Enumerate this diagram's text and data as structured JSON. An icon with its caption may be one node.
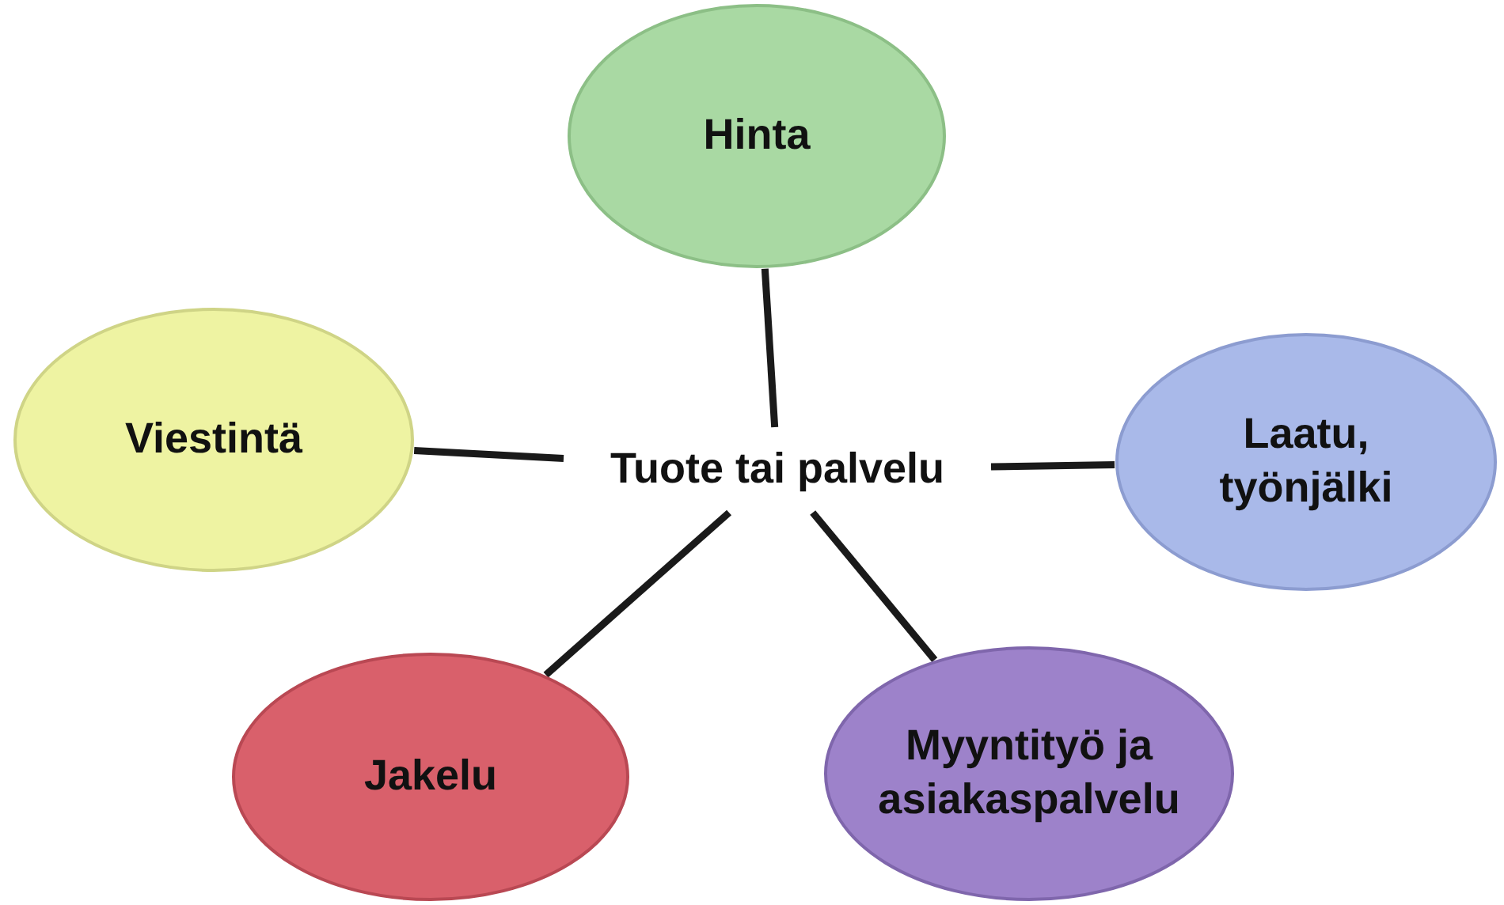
{
  "diagram": {
    "nodes": [
      {
        "text": [
          "Hinta"
        ]
      },
      {
        "text": [
          "Viestintä"
        ]
      },
      {
        "text": [
          "Tuote tai palvelu"
        ]
      },
      {
        "text": [
          "Laatu, työnjälki"
        ]
      },
      {
        "text": [
          "Jakelu"
        ]
      },
      {
        "text": [
          "Myyntityö ja asiakaspalvelu"
        ]
      }
    ],
    "edges": [
      {
        "from": 2,
        "to": 0,
        "arrow": "none"
      },
      {
        "from": 2,
        "to": 1,
        "arrow": "none"
      },
      {
        "from": 2,
        "to": 3,
        "arrow": "none"
      },
      {
        "from": 2,
        "to": 4,
        "arrow": "none"
      },
      {
        "from": 2,
        "to": 5,
        "arrow": "none"
      }
    ]
  }
}
